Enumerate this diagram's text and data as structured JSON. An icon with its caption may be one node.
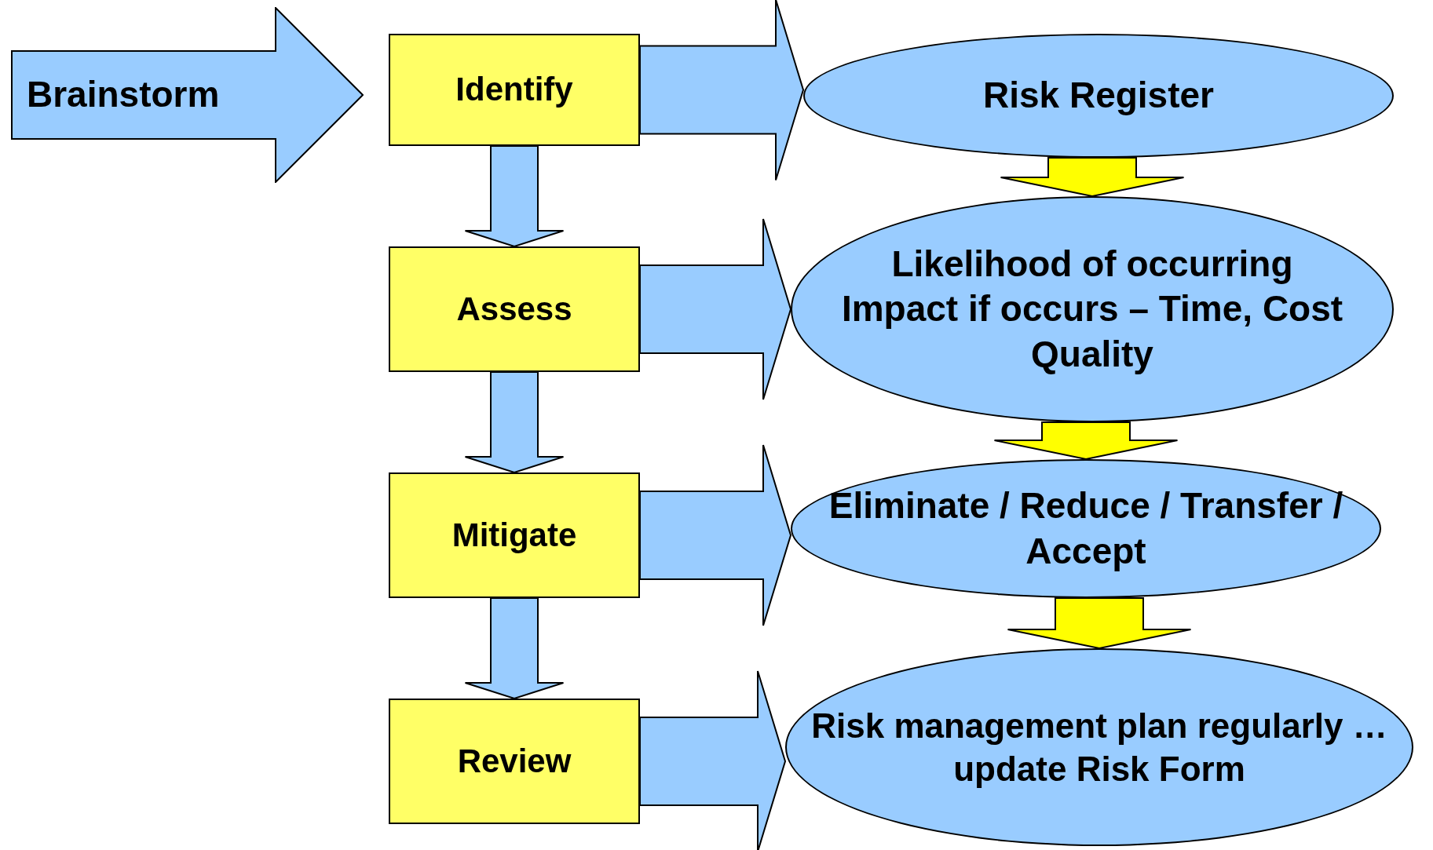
{
  "diagram": {
    "nodes": [
      {
        "text": [
          "Brainstorm"
        ]
      },
      {
        "text": [
          "Identify"
        ]
      },
      {
        "text": [
          "Assess"
        ]
      },
      {
        "text": [
          "Mitigate"
        ]
      },
      {
        "text": [
          "Review"
        ]
      },
      {
        "text": [
          "Risk Register"
        ]
      },
      {
        "text": [
          "Likelihood of occurring",
          "Impact if occurs – Time, Cost",
          "Quality"
        ]
      },
      {
        "text": [
          "Eliminate / Reduce / Transfer / Accept"
        ]
      },
      {
        "text": [
          "Risk management plan regularly …update Risk Form"
        ]
      }
    ],
    "edges": [
      {
        "from": 1,
        "to": 2,
        "arrow": "to"
      },
      {
        "from": 2,
        "to": 3,
        "arrow": "to"
      },
      {
        "from": 3,
        "to": 4,
        "arrow": "to"
      },
      {
        "from": 1,
        "to": 5,
        "arrow": "to"
      },
      {
        "from": 2,
        "to": 6,
        "arrow": "to"
      },
      {
        "from": 3,
        "to": 7,
        "arrow": "to"
      },
      {
        "from": 4,
        "to": 8,
        "arrow": "to"
      },
      {
        "from": 5,
        "to": 6,
        "arrow": "to",
        "color": "#ffff00"
      },
      {
        "from": 6,
        "to": 7,
        "arrow": "to",
        "color": "#ffff00"
      },
      {
        "from": 7,
        "to": 8,
        "arrow": "to",
        "color": "#ffff00"
      }
    ]
  }
}
